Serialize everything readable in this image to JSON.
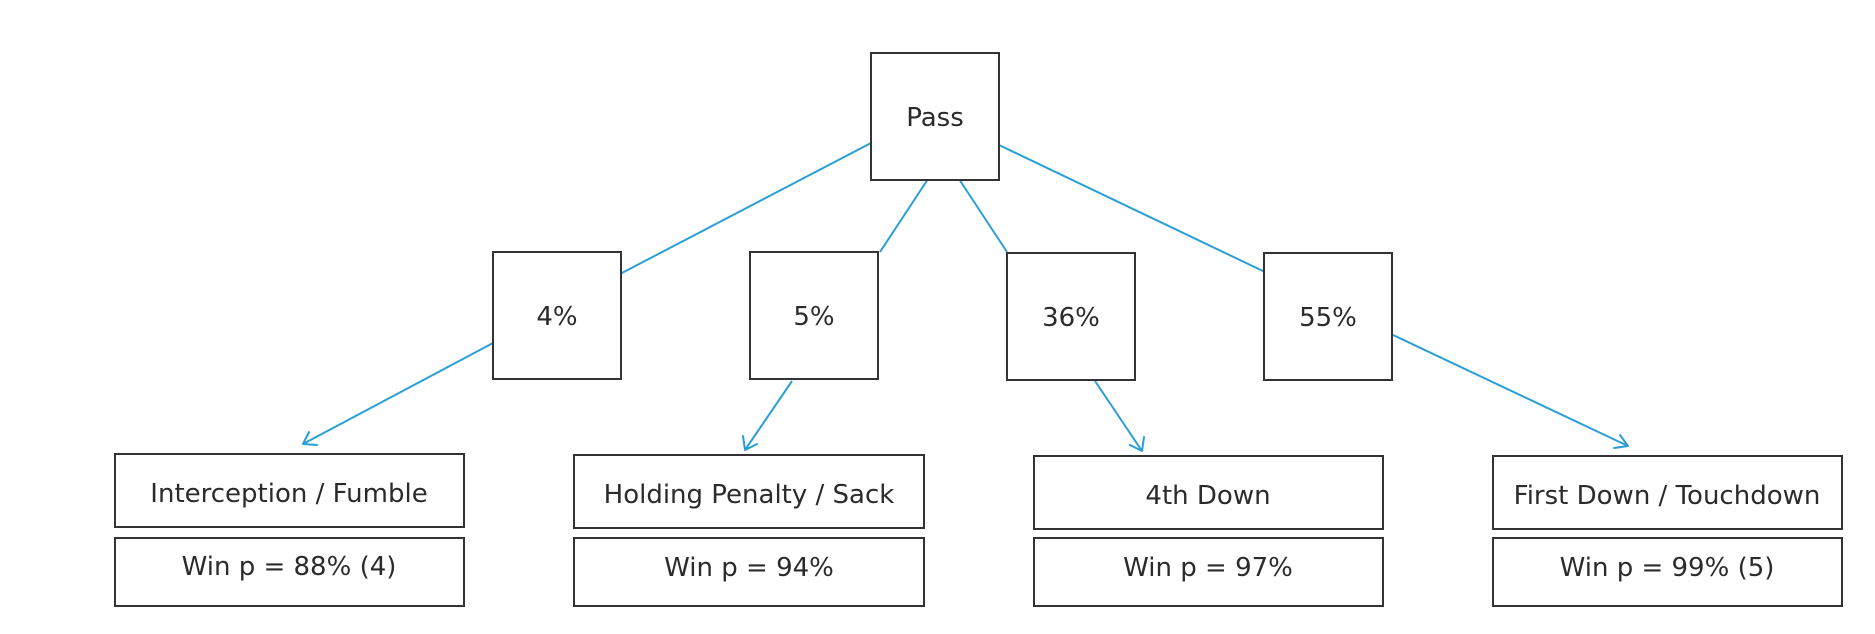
{
  "diagram": {
    "line_color": "#2a9fd6",
    "box_border_color": "#333333",
    "root": {
      "label": "Pass"
    },
    "branches": [
      {
        "probability": "4%",
        "outcome": "Interception / Fumble",
        "win_prob": "Win p = 88% (4)"
      },
      {
        "probability": "5%",
        "outcome": "Holding Penalty / Sack",
        "win_prob": "Win p = 94%"
      },
      {
        "probability": "36%",
        "outcome": "4th Down",
        "win_prob": "Win p = 97%"
      },
      {
        "probability": "55%",
        "outcome": "First Down / Touchdown",
        "win_prob": "Win p = 99% (5)"
      }
    ]
  }
}
